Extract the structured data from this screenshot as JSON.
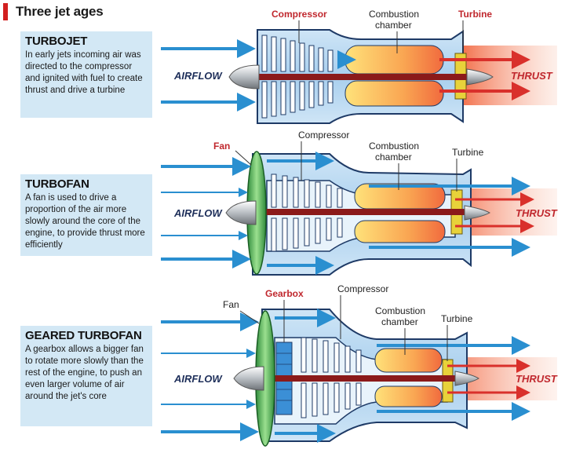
{
  "title": "Three jet ages",
  "accent": "#d21f1f",
  "panels": [
    {
      "heading": "TURBOJET",
      "text": "In early jets incoming air was directed to the compressor and ignited with fuel to create thrust and drive a turbine"
    },
    {
      "heading": "TURBOFAN",
      "text": "A fan is used to drive a proportion of the air more slowly around the core of the engine, to provide thrust more efficiently"
    },
    {
      "heading": "GEARED TURBOFAN",
      "text": "A gearbox allows a bigger fan to rotate more slowly than the rest of the engine, to push an even larger volume of air around the jet's core"
    }
  ],
  "labels": {
    "compressor": "Compressor",
    "combustion1": "Combustion",
    "combustion2": "chamber",
    "turbine": "Turbine",
    "fan": "Fan",
    "gearbox": "Gearbox",
    "airflow": "AIRFLOW",
    "thrust": "THRUST"
  }
}
